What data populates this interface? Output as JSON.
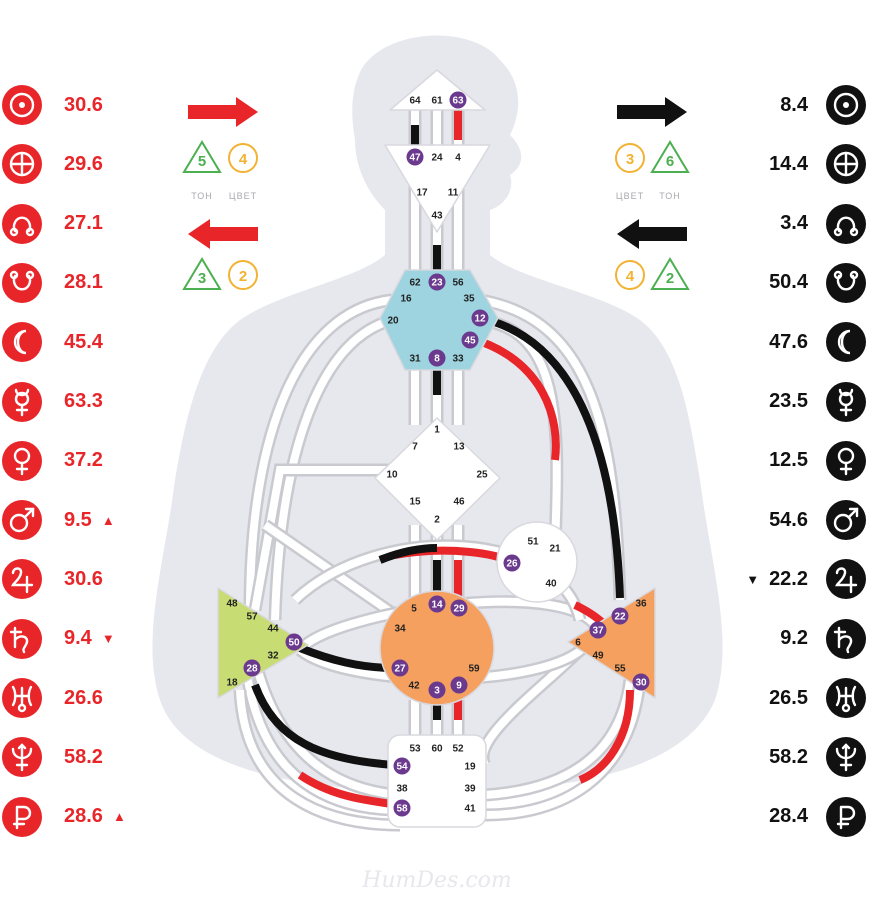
{
  "design_planets": [
    {
      "icon": "sun",
      "value": "30.6",
      "mark": ""
    },
    {
      "icon": "earth",
      "value": "29.6",
      "mark": ""
    },
    {
      "icon": "north-node",
      "value": "27.1",
      "mark": ""
    },
    {
      "icon": "south-node",
      "value": "28.1",
      "mark": ""
    },
    {
      "icon": "moon",
      "value": "45.4",
      "mark": ""
    },
    {
      "icon": "mercury",
      "value": "63.3",
      "mark": ""
    },
    {
      "icon": "venus",
      "value": "37.2",
      "mark": ""
    },
    {
      "icon": "mars",
      "value": "9.5",
      "mark": "▲"
    },
    {
      "icon": "jupiter",
      "value": "30.6",
      "mark": ""
    },
    {
      "icon": "saturn",
      "value": "9.4",
      "mark": "▼"
    },
    {
      "icon": "uranus",
      "value": "26.6",
      "mark": ""
    },
    {
      "icon": "neptune",
      "value": "58.2",
      "mark": ""
    },
    {
      "icon": "pluto",
      "value": "28.6",
      "mark": "▲"
    }
  ],
  "personality_planets": [
    {
      "icon": "sun",
      "value": "8.4",
      "mark": ""
    },
    {
      "icon": "earth",
      "value": "14.4",
      "mark": ""
    },
    {
      "icon": "north-node",
      "value": "3.4",
      "mark": ""
    },
    {
      "icon": "south-node",
      "value": "50.4",
      "mark": ""
    },
    {
      "icon": "moon",
      "value": "47.6",
      "mark": ""
    },
    {
      "icon": "mercury",
      "value": "23.5",
      "mark": ""
    },
    {
      "icon": "venus",
      "value": "12.5",
      "mark": ""
    },
    {
      "icon": "mars",
      "value": "54.6",
      "mark": ""
    },
    {
      "icon": "jupiter",
      "value": "22.2",
      "mark": "▼"
    },
    {
      "icon": "saturn",
      "value": "9.2",
      "mark": ""
    },
    {
      "icon": "uranus",
      "value": "26.5",
      "mark": ""
    },
    {
      "icon": "neptune",
      "value": "58.2",
      "mark": ""
    },
    {
      "icon": "pluto",
      "value": "28.4",
      "mark": ""
    }
  ],
  "arrows": {
    "left_top": {
      "direction": "right",
      "tone": "5",
      "color": "4"
    },
    "left_bottom": {
      "direction": "left",
      "tone": "3",
      "color": "2"
    },
    "right_top": {
      "direction": "right",
      "color": "3",
      "tone": "6"
    },
    "right_bottom": {
      "direction": "left",
      "color": "4",
      "tone": "2"
    }
  },
  "labels": {
    "tone": "ТОН",
    "color": "ЦВЕТ"
  },
  "centers": {
    "head": {
      "fill": "#ffffff",
      "gates": [
        "64",
        "61",
        "63"
      ]
    },
    "ajna": {
      "fill": "#ffffff",
      "gates": [
        "47",
        "24",
        "4",
        "17",
        "11",
        "43"
      ]
    },
    "throat": {
      "fill": "#9dd4e0",
      "gates": [
        "62",
        "23",
        "56",
        "16",
        "35",
        "20",
        "12",
        "45",
        "31",
        "8",
        "33"
      ]
    },
    "g": {
      "fill": "#ffffff",
      "gates": [
        "1",
        "7",
        "13",
        "10",
        "25",
        "15",
        "46",
        "2"
      ]
    },
    "heart": {
      "fill": "#ffffff",
      "gates": [
        "51",
        "21",
        "26",
        "40"
      ]
    },
    "sacral": {
      "fill": "#f5a05f",
      "gates": [
        "5",
        "14",
        "29",
        "34",
        "27",
        "59",
        "42",
        "3",
        "9"
      ]
    },
    "spleen": {
      "fill": "#c8dc74",
      "gates": [
        "48",
        "57",
        "44",
        "50",
        "32",
        "28",
        "18"
      ]
    },
    "solar_plexus": {
      "fill": "#f5a05f",
      "gates": [
        "36",
        "22",
        "37",
        "6",
        "49",
        "55",
        "30"
      ]
    },
    "root": {
      "fill": "#ffffff",
      "gates": [
        "53",
        "60",
        "52",
        "54",
        "19",
        "38",
        "39",
        "58",
        "41"
      ]
    }
  },
  "active_gates": [
    "63",
    "47",
    "23",
    "12",
    "45",
    "8",
    "26",
    "14",
    "29",
    "50",
    "28",
    "27",
    "3",
    "9",
    "22",
    "37",
    "30",
    "54",
    "58"
  ],
  "colors": {
    "design": "#e8262a",
    "personality": "#111111",
    "active_gate": "#6b3a8e",
    "tone_green": "#4caf50",
    "color_orange": "#f2b233"
  },
  "watermark": "HumDes.com"
}
